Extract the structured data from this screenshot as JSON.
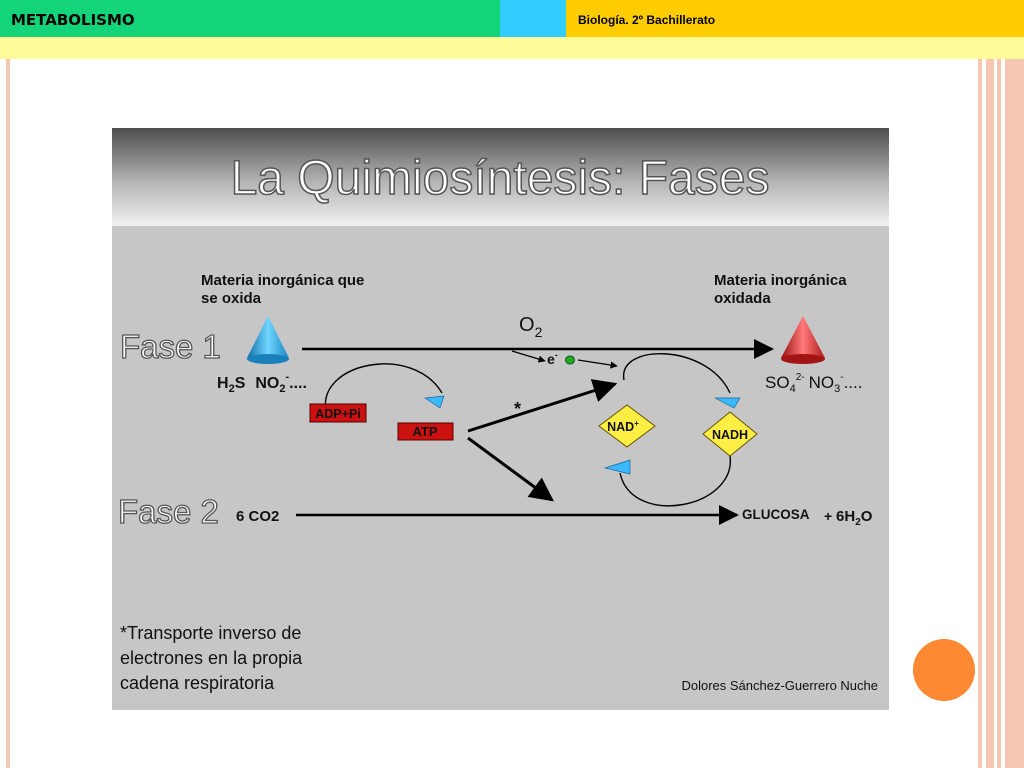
{
  "header": {
    "left_title": "METABOLISMO",
    "right_title": "Biología. 2º Bachillerato"
  },
  "slide": {
    "title": "La Quimiosíntesis: Fases",
    "phase1_label": "Fase 1",
    "phase2_label": "Fase 2",
    "left_heading_line1": "Materia inorgánica que",
    "left_heading_line2": "se oxida",
    "right_heading_line1": "Materia inorgánica",
    "right_heading_line2": "oxidada",
    "reactants": {
      "h2s_main": "H",
      "h2s_sub": "2",
      "h2s_tail": "S",
      "no2_main": "NO",
      "no2_sub": "2",
      "no2_sup": "-",
      "no2_tail": "...."
    },
    "products": {
      "so4_main": "SO",
      "so4_sub": "4",
      "so4_sup": "2-",
      "no3_main": "NO",
      "no3_sub": "3",
      "no3_sup": "-",
      "no3_tail": "...."
    },
    "o2": {
      "main": "O",
      "sub": "2"
    },
    "electron": {
      "main": "e",
      "sup": "-"
    },
    "adp_label": "ADP+Pi",
    "atp_label": "ATP",
    "asterisk": "*",
    "nad_main": "NAD",
    "nad_sup": "+",
    "nadh_label": "NADH",
    "co2_label": "6 CO2",
    "glucose_label": "GLUCOSA",
    "plus": "+",
    "water": {
      "pre": "6H",
      "sub": "2",
      "post": "O"
    },
    "footnote_line1": "*Transporte inverso de",
    "footnote_line2": "electrones en  la propia",
    "footnote_line3": "cadena respiratoria",
    "author": "Dolores Sánchez-Guerrero Nuche"
  },
  "colors": {
    "green": "#14d47a",
    "cyan": "#33ccff",
    "yellow": "#ffcc00",
    "light_yellow": "#fffc99",
    "orange": "#ff8833",
    "slide_bg": "#c6c6c6",
    "red_box": "#cc1111",
    "diamond": "#ffee44"
  }
}
